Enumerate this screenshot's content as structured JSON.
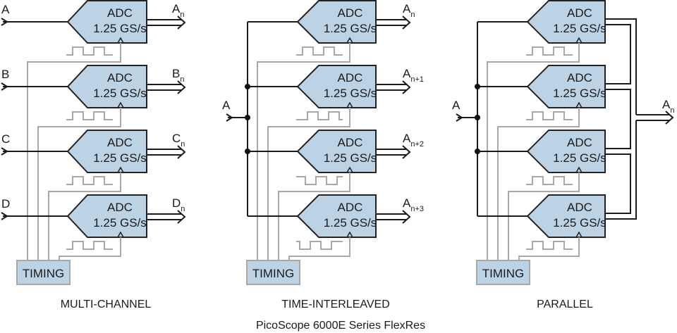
{
  "diagram": {
    "title": "PicoScope 6000E Series FlexRes",
    "adc_label_line1": "ADC",
    "adc_label_line2": "1.25 GS/s",
    "timing_label": "TIMING",
    "colors": {
      "block_fill": "#bcd3e6",
      "line": "#1a1a1a",
      "clock_line": "#a8a8a8"
    },
    "panels": [
      {
        "caption": "MULTI-CHANNEL",
        "inputs": [
          "A",
          "B",
          "C",
          "D"
        ],
        "outputs": [
          {
            "base": "A",
            "sub": "n"
          },
          {
            "base": "B",
            "sub": "n"
          },
          {
            "base": "C",
            "sub": "n"
          },
          {
            "base": "D",
            "sub": "n"
          }
        ],
        "clock_phases": [
          "in-phase",
          "in-phase",
          "in-phase",
          "in-phase"
        ]
      },
      {
        "caption": "TIME-INTERLEAVED",
        "inputs": [
          "A"
        ],
        "outputs": [
          {
            "base": "A",
            "sub": "n"
          },
          {
            "base": "A",
            "sub": "n+1"
          },
          {
            "base": "A",
            "sub": "n+2"
          },
          {
            "base": "A",
            "sub": "n+3"
          }
        ],
        "clock_phases": [
          "0°",
          "90°",
          "180°",
          "270°"
        ]
      },
      {
        "caption": "PARALLEL",
        "inputs": [
          "A"
        ],
        "outputs": [
          {
            "base": "A",
            "sub": "n"
          }
        ],
        "clock_phases": [
          "in-phase",
          "in-phase",
          "in-phase",
          "in-phase"
        ]
      }
    ]
  }
}
